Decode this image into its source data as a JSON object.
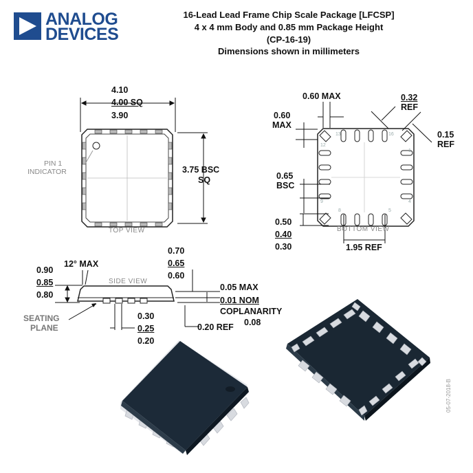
{
  "logo": {
    "line1": "ANALOG",
    "line2": "DEVICES",
    "color": "#1f4c8f"
  },
  "title": {
    "line1": "16-Lead Lead Frame Chip Scale Package [LFCSP]",
    "line2": "4 x 4 mm Body and 0.85 mm Package Height",
    "line3": "(CP-16-19)",
    "line4": "Dimensions shown in millimeters"
  },
  "top_view": {
    "label": "TOP VIEW",
    "dim_max": "4.10",
    "dim_nom": "4.00 SQ",
    "dim_min": "3.90",
    "bsc_line1": "3.75 BSC",
    "bsc_line2": "SQ",
    "pin1_line1": "PIN 1",
    "pin1_line2": "INDICATOR"
  },
  "bottom_view": {
    "label": "BOTTOM VIEW",
    "max_060": "0.60 MAX",
    "max_side_line1": "0.60",
    "max_side_line2": "MAX",
    "ref032_line1": "0.32",
    "ref032_line2": "REF",
    "ref015_line1": "0.15",
    "ref015_line2": "REF",
    "bsc065_line1": "0.65",
    "bsc065_line2": "BSC",
    "pad_max": "0.50",
    "pad_nom": "0.40",
    "pad_min": "0.30",
    "ref195": "1.95 REF",
    "pin_numbers": [
      "1",
      "4",
      "5",
      "8",
      "9",
      "12",
      "13",
      "16"
    ]
  },
  "side_view": {
    "label": "SIDE VIEW",
    "angle": "12° MAX",
    "height_max": "0.90",
    "height_nom": "0.85",
    "height_min": "0.80",
    "standoff_max": "0.70",
    "standoff_nom": "0.65",
    "standoff_min": "0.60",
    "coplan_max": "0.05 MAX",
    "coplan_nom": "0.01 NOM",
    "coplan_label": "COPLANARITY",
    "coplan_val": "0.08",
    "ref020": "0.20 REF",
    "lead_max": "0.30",
    "lead_nom": "0.25",
    "lead_min": "0.20",
    "seating_line1": "SEATING",
    "seating_line2": "PLANE"
  },
  "doc_code": "05-07-2018-B"
}
